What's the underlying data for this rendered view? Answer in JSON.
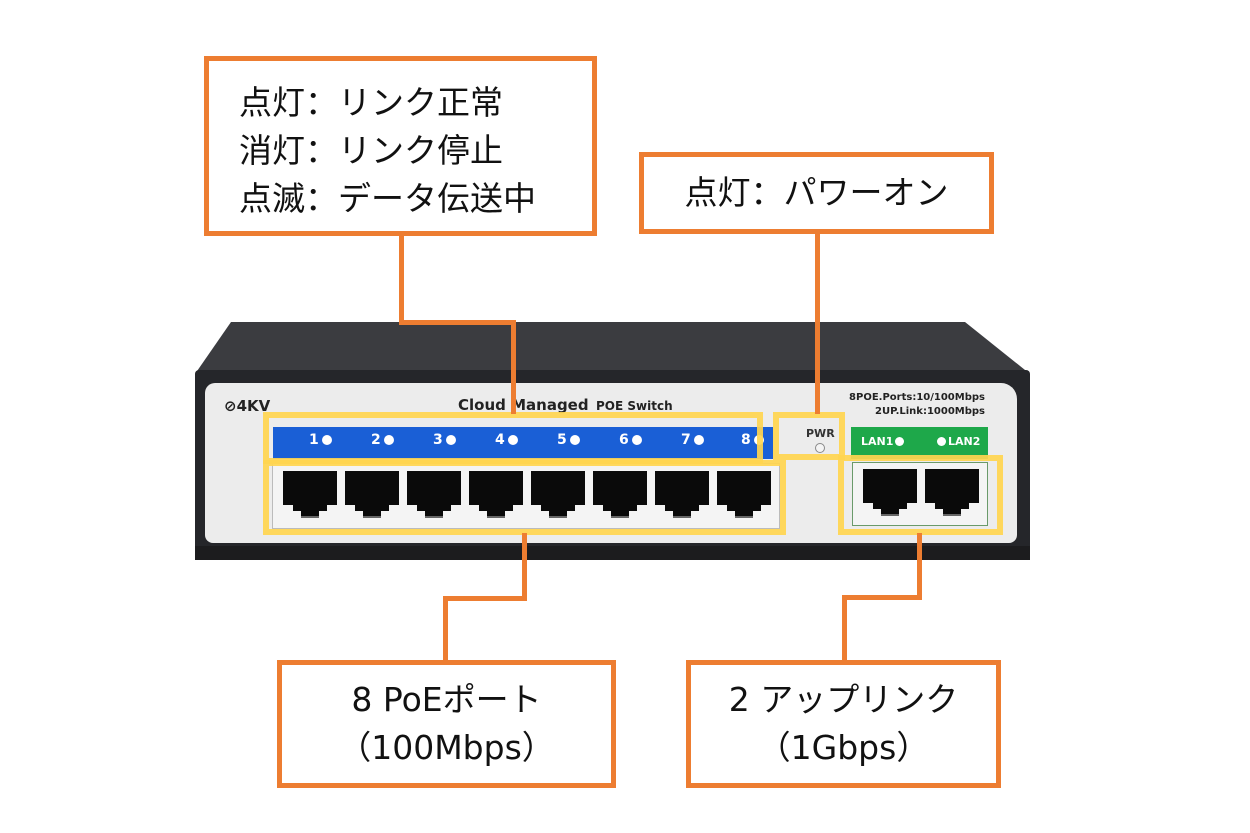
{
  "callouts": {
    "led_status": {
      "lines": [
        "点灯：リンク正常",
        "消灯：リンク停止",
        "点滅：データ伝送中"
      ]
    },
    "power": {
      "lines": [
        "点灯：パワーオン"
      ]
    },
    "poe_ports": {
      "lines": [
        "8 PoEポート",
        "（100Mbps）"
      ]
    },
    "uplinks": {
      "lines": [
        "2 アップリンク",
        "（1Gbps）"
      ]
    }
  },
  "device": {
    "surge_label": "⊘4KV",
    "title": "Cloud Managed",
    "subtitle": "POE Switch",
    "spec_lines": [
      "8POE.Ports:10/100Mbps",
      "2UP.Link:1000Mbps"
    ],
    "port_leds": [
      "1",
      "2",
      "3",
      "4",
      "5",
      "6",
      "7",
      "8"
    ],
    "uplink_leds": [
      "LAN1",
      "LAN2"
    ],
    "power_label": "PWR",
    "poe_port_count": 8,
    "uplink_port_count": 2
  },
  "colors": {
    "callout_border": "#ed7d31",
    "highlight": "#ffd54f",
    "port_led_bar": "#1a5fd6",
    "uplink_led_bar": "#1ea84a",
    "chassis": "#25262a"
  }
}
